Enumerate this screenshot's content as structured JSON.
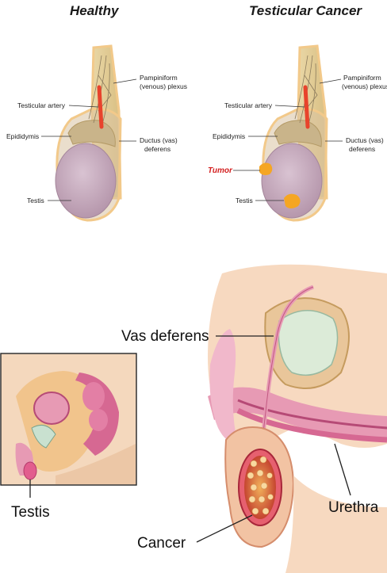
{
  "titles": {
    "healthy": "Healthy",
    "cancer": "Testicular Cancer"
  },
  "healthy_labels": {
    "pampiniform_1": "Pampiniform",
    "pampiniform_2": "(venous) plexus",
    "artery": "Testicular artery",
    "epididymis": "Epididymis",
    "ductus_1": "Ductus (vas)",
    "ductus_2": "deferens",
    "testis": "Testis"
  },
  "cancer_labels": {
    "pampiniform_1": "Pampiniform",
    "pampiniform_2": "(venous) plexus",
    "artery": "Testicular artery",
    "epididymis": "Epididymis",
    "ductus_1": "Ductus (vas)",
    "ductus_2": "deferens",
    "tumor": "Tumor",
    "testis": "Testis"
  },
  "anatomy_labels": {
    "vas_deferens": "Vas deferens",
    "testis": "Testis",
    "urethra": "Urethra",
    "cancer": "Cancer"
  },
  "colors": {
    "testis": "#cbb3c3",
    "epididymis": "#c9b48a",
    "scrotum_outline": "#f2c98a",
    "artery": "#e8432c",
    "tumor": "#f5a623",
    "tumor_label": "#d32020",
    "tissue_pink": "#e79ab4",
    "skin": "#f7d9c0",
    "cancer_mass": "#c0392b"
  }
}
